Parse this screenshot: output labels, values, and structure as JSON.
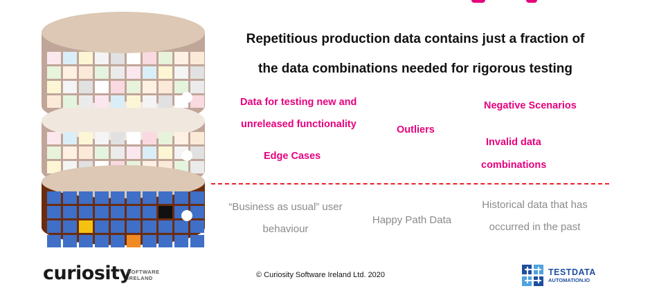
{
  "headline": {
    "line1": "Repetitious production data contains just a fraction of",
    "line2": "the data combinations needed for rigorous testing"
  },
  "missing_data": {
    "new_func_line1": "Data for testing new and",
    "new_func_line2": "unreleased functionality",
    "outliers": "Outliers",
    "negative": "Negative Scenarios",
    "invalid_line1": "Invalid data",
    "invalid_line2": "combinations",
    "edge_cases": "Edge Cases"
  },
  "production_data": {
    "bau_line1": "“Business as usual” user",
    "bau_line2": "behaviour",
    "happy_path": "Happy Path Data",
    "historical_line1": "Historical data that has",
    "historical_line2": "occurred in the past"
  },
  "footer": {
    "copyright": "© Curiosity Software Ireland Ltd. 2020",
    "curiosity_logo": "curiosity",
    "curiosity_sub1": "SOFTWARE",
    "curiosity_sub2": "IRELAND",
    "testdata_title": "TESTDATA",
    "testdata_sub": "AUTOMATION.IO"
  },
  "colors": {
    "pink": "#e6007e",
    "red_line": "#e8202a",
    "db_brown": "#6b2c0e",
    "db_tan": "#dcc8b4",
    "cell_blue": "#3f6fc7",
    "logo_blue": "#1f4e9e"
  }
}
